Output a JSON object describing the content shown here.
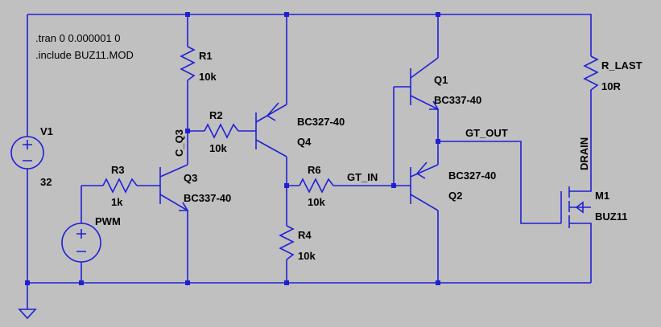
{
  "directives": [
    ".tran 0 0.000001 0",
    ".include BUZ11.MOD"
  ],
  "components": {
    "V1": {
      "name": "V1",
      "value": "32"
    },
    "PWM": {
      "name": "PWM"
    },
    "R1": {
      "name": "R1",
      "value": "10k"
    },
    "R2": {
      "name": "R2",
      "value": "10k"
    },
    "R3": {
      "name": "R3",
      "value": "1k"
    },
    "R4": {
      "name": "R4",
      "value": "10k"
    },
    "R6": {
      "name": "R6",
      "value": "10k"
    },
    "R_LAST": {
      "name": "R_LAST",
      "value": "10R"
    },
    "Q1": {
      "name": "Q1",
      "value": "BC337-40"
    },
    "Q2": {
      "name": "Q2",
      "value": "BC327-40"
    },
    "Q3": {
      "name": "Q3",
      "value": "BC337-40"
    },
    "Q4": {
      "name": "Q4",
      "value": "BC327-40"
    },
    "M1": {
      "name": "M1",
      "value": "BUZ11"
    }
  },
  "nets": {
    "c_q3": "C_Q3",
    "gt_in": "GT_IN",
    "gt_out": "GT_OUT",
    "drain": "DRAIN"
  },
  "colors": {
    "background": "#c0c0c0",
    "wire": "#1f1fd6",
    "text": "#000000"
  }
}
